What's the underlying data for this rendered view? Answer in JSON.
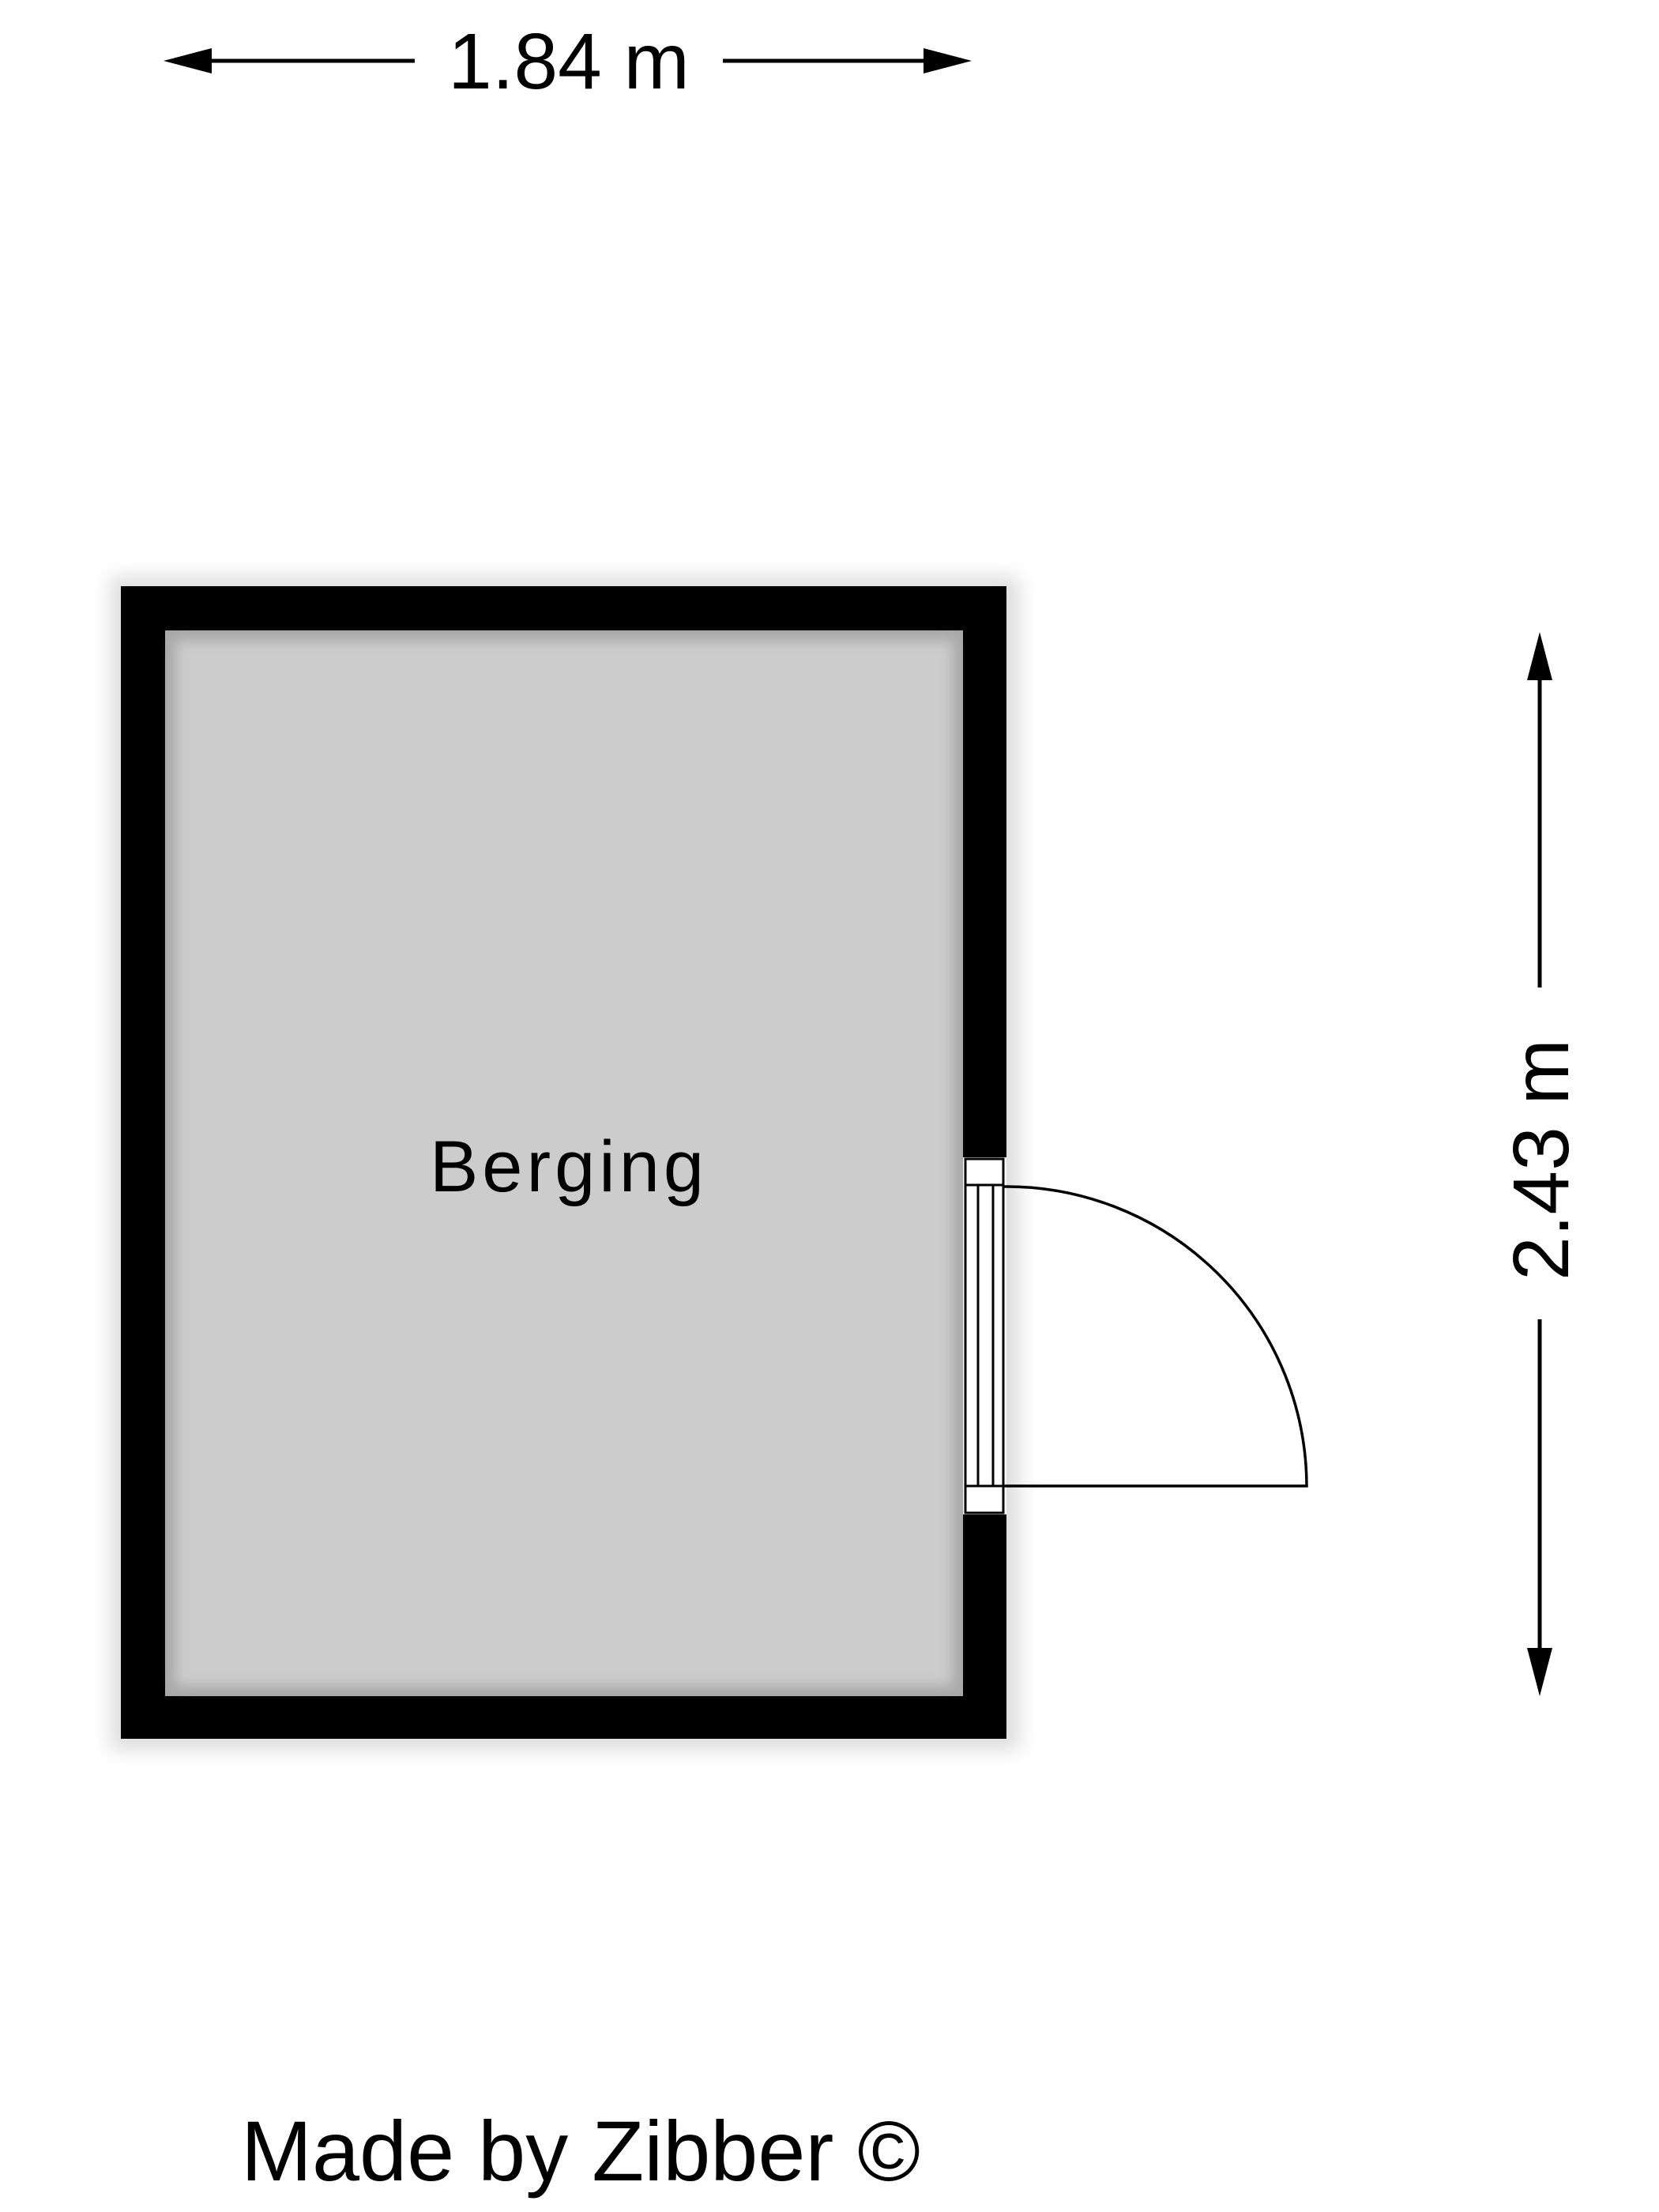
{
  "dimensions": {
    "width_label": "1.84 m",
    "height_label": "2.43 m"
  },
  "rooms": [
    {
      "name": "Berging"
    }
  ],
  "footer": {
    "credit": "Made by Zibber ©"
  },
  "colors": {
    "wall": "#000000",
    "floor": "#cccccc",
    "background": "#ffffff"
  }
}
